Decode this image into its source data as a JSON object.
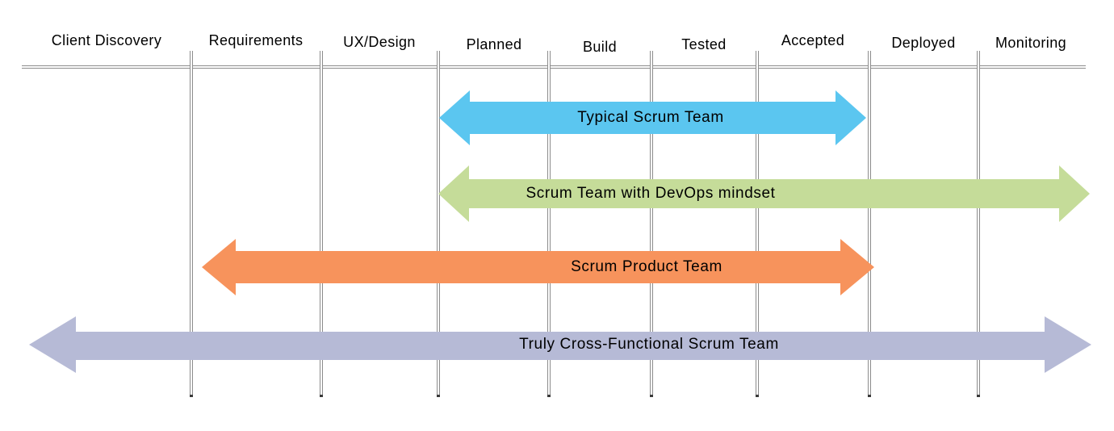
{
  "diagram": {
    "background": "#ffffff",
    "line_color": "#8c8c8c",
    "text_color": "#000000",
    "columns": [
      {
        "label": "Client Discovery"
      },
      {
        "label": "Requirements"
      },
      {
        "label": "UX/Design"
      },
      {
        "label": "Planned"
      },
      {
        "label": "Build"
      },
      {
        "label": "Tested"
      },
      {
        "label": "Accepted"
      },
      {
        "label": "Deployed"
      },
      {
        "label": "Monitoring"
      }
    ],
    "arrows": [
      {
        "label": "Typical Scrum Team",
        "color": "#5bc6f0",
        "span_from": "Planned",
        "span_to": "Accepted"
      },
      {
        "label": "Scrum Team with DevOps mindset",
        "color": "#c5dc99",
        "span_from": "Planned",
        "span_to": "Monitoring"
      },
      {
        "label": "Scrum Product Team",
        "color": "#f7935c",
        "span_from": "Requirements",
        "span_to": "Accepted"
      },
      {
        "label": "Truly Cross-Functional Scrum Team",
        "color": "#b6bad6",
        "span_from": "Client Discovery",
        "span_to": "Monitoring"
      }
    ]
  }
}
